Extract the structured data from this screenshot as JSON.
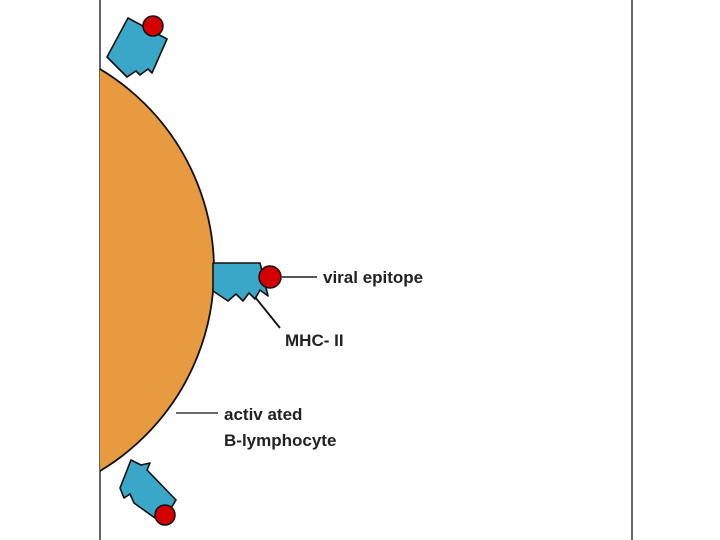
{
  "labels": {
    "epitope": "viral epitope",
    "mhc": "MHC- II",
    "cell_line1": "activ ated",
    "cell_line2": "B-lymphocyte"
  },
  "colors": {
    "cell": "#e89a40",
    "mhc": "#3aa6c8",
    "epitope": "#d40000",
    "outline": "#111111",
    "leader": "#555555",
    "frame": "#333333"
  }
}
